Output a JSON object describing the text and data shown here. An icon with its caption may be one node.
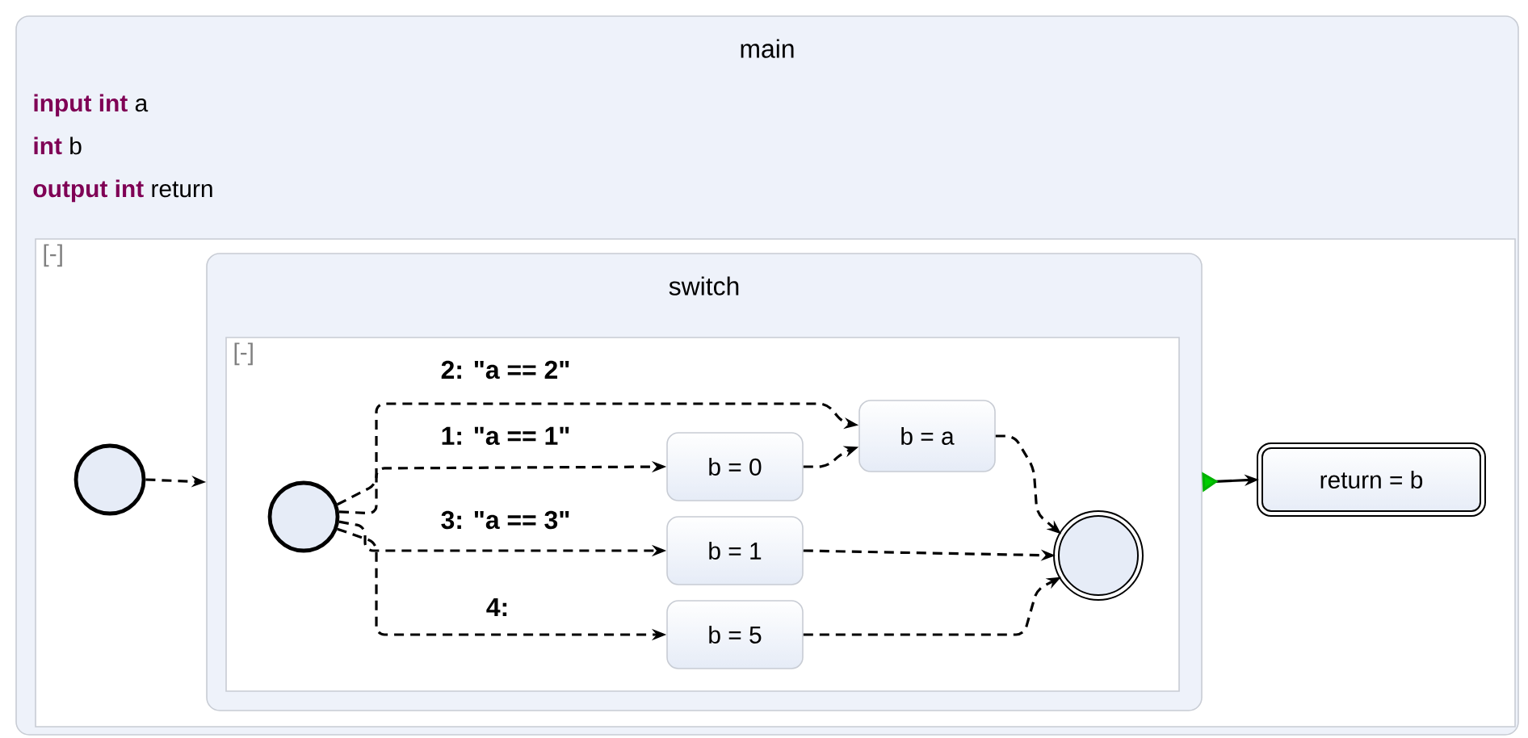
{
  "diagram": {
    "nodes": [
      {
        "text": [
          "main",
          "**input int** a",
          "**int** b",
          "**output int** return"
        ]
      },
      {
        "text": [
          "[-]"
        ],
        "in": 0
      },
      {
        "text": [],
        "shape": "circle",
        "in": 1
      },
      {
        "text": [
          "switch"
        ],
        "in": 1
      },
      {
        "text": [
          "[-]"
        ],
        "in": 3
      },
      {
        "text": [],
        "shape": "circle",
        "in": 4
      },
      {
        "text": [
          "b = 0"
        ],
        "in": 4
      },
      {
        "text": [
          "b = a"
        ],
        "in": 4
      },
      {
        "text": [
          "b = 1"
        ],
        "in": 4
      },
      {
        "text": [
          "b = 5"
        ],
        "in": 4
      },
      {
        "text": [],
        "shape": "circle",
        "in": 4
      },
      {
        "text": [
          "return = b"
        ],
        "in": 1
      }
    ],
    "edges": [
      {
        "from": 2,
        "to": 3,
        "arrow": "to",
        "style": "dashed"
      },
      {
        "from": 5,
        "to": 7,
        "arrow": "to",
        "style": "dashed",
        "label": "2: \"a == 2\""
      },
      {
        "from": 5,
        "to": 6,
        "arrow": "to",
        "style": "dashed",
        "label": "1: \"a == 1\""
      },
      {
        "from": 5,
        "to": 8,
        "arrow": "to",
        "style": "dashed",
        "label": "3: \"a == 3\""
      },
      {
        "from": 5,
        "to": 9,
        "arrow": "to",
        "style": "dashed",
        "label": "4:"
      },
      {
        "from": 6,
        "to": 7,
        "arrow": "to",
        "style": "dashed"
      },
      {
        "from": 7,
        "to": 10,
        "arrow": "to",
        "style": "dashed"
      },
      {
        "from": 8,
        "to": 10,
        "arrow": "to",
        "style": "dashed"
      },
      {
        "from": 9,
        "to": 10,
        "arrow": "to",
        "style": "dashed"
      },
      {
        "from": 3,
        "to": 11,
        "arrow": "to"
      }
    ]
  }
}
